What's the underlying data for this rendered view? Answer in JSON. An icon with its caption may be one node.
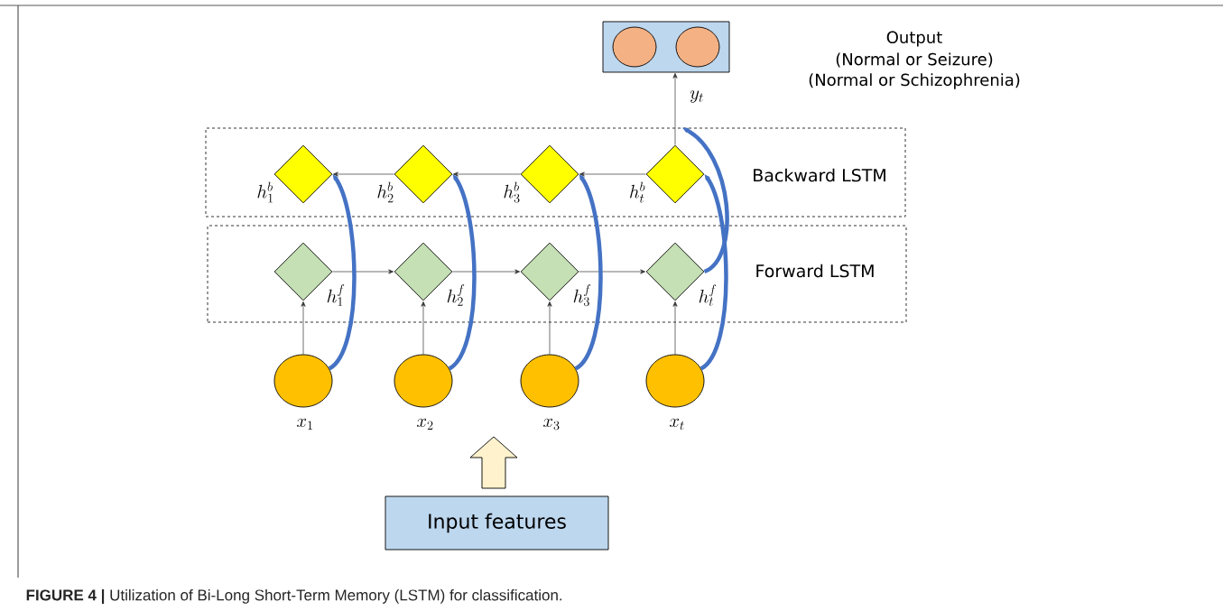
{
  "diagram": {
    "caption": "**FIGURE 4 |** Utilization of Bi-Long Short-Term Memory (LSTM) for classification.",
    "nodes": [
      {
        "text": [
          "Backward LSTM"
        ]
      },
      {
        "text": [
          "Forward LSTM"
        ]
      },
      {
        "text": [],
        "shape": "diamond",
        "in": 0,
        "beside": [
          "h_1^b"
        ]
      },
      {
        "text": [],
        "shape": "diamond",
        "in": 0,
        "beside": [
          "h_2^b"
        ]
      },
      {
        "text": [],
        "shape": "diamond",
        "in": 0,
        "beside": [
          "h_3^b"
        ]
      },
      {
        "text": [],
        "shape": "diamond",
        "in": 0,
        "beside": [
          "h_t^b"
        ]
      },
      {
        "text": [],
        "shape": "diamond",
        "in": 1,
        "beside": [
          "h_1^f"
        ]
      },
      {
        "text": [],
        "shape": "diamond",
        "in": 1,
        "beside": [
          "h_2^f"
        ]
      },
      {
        "text": [],
        "shape": "diamond",
        "in": 1,
        "beside": [
          "h_3^f"
        ]
      },
      {
        "text": [],
        "shape": "diamond",
        "in": 1,
        "beside": [
          "h_t^f"
        ]
      },
      {
        "text": [],
        "shape": "circle",
        "beside": [
          "x_1"
        ]
      },
      {
        "text": [],
        "shape": "circle",
        "beside": [
          "x_2"
        ]
      },
      {
        "text": [],
        "shape": "circle",
        "beside": [
          "x_3"
        ]
      },
      {
        "text": [],
        "shape": "circle",
        "beside": [
          "x_t"
        ]
      },
      {
        "text": [],
        "shape": "box",
        "beside": [
          "Output",
          "(Normal or Seizure)",
          "(Normal or Schizophrenia)"
        ]
      },
      {
        "text": [],
        "shape": "circle",
        "in": 14
      },
      {
        "text": [],
        "shape": "circle",
        "in": 14
      },
      {
        "text": [
          "Input features"
        ]
      }
    ],
    "edges": [
      {
        "from": 5,
        "to": 4,
        "arrow": "to"
      },
      {
        "from": 4,
        "to": 3,
        "arrow": "to"
      },
      {
        "from": 3,
        "to": 2,
        "arrow": "to"
      },
      {
        "from": 6,
        "to": 7,
        "arrow": "to"
      },
      {
        "from": 7,
        "to": 8,
        "arrow": "to"
      },
      {
        "from": 8,
        "to": 9,
        "arrow": "to"
      },
      {
        "from": 10,
        "to": 6,
        "arrow": "to"
      },
      {
        "from": 11,
        "to": 7,
        "arrow": "to"
      },
      {
        "from": 12,
        "to": 8,
        "arrow": "to"
      },
      {
        "from": 13,
        "to": 9,
        "arrow": "to"
      },
      {
        "from": 10,
        "to": 2,
        "arrow": "to",
        "style": "thick",
        "color": "#4472c4"
      },
      {
        "from": 11,
        "to": 3,
        "arrow": "to",
        "style": "thick",
        "color": "#4472c4"
      },
      {
        "from": 12,
        "to": 4,
        "arrow": "to",
        "style": "thick",
        "color": "#4472c4"
      },
      {
        "from": 13,
        "to": 5,
        "arrow": "to",
        "style": "thick",
        "color": "#4472c4"
      },
      {
        "from": 9,
        "to": 0,
        "arrow": "to",
        "style": "thick",
        "color": "#4472c4"
      },
      {
        "from": 5,
        "to": 14,
        "arrow": "to",
        "label": "y_t"
      }
    ]
  }
}
